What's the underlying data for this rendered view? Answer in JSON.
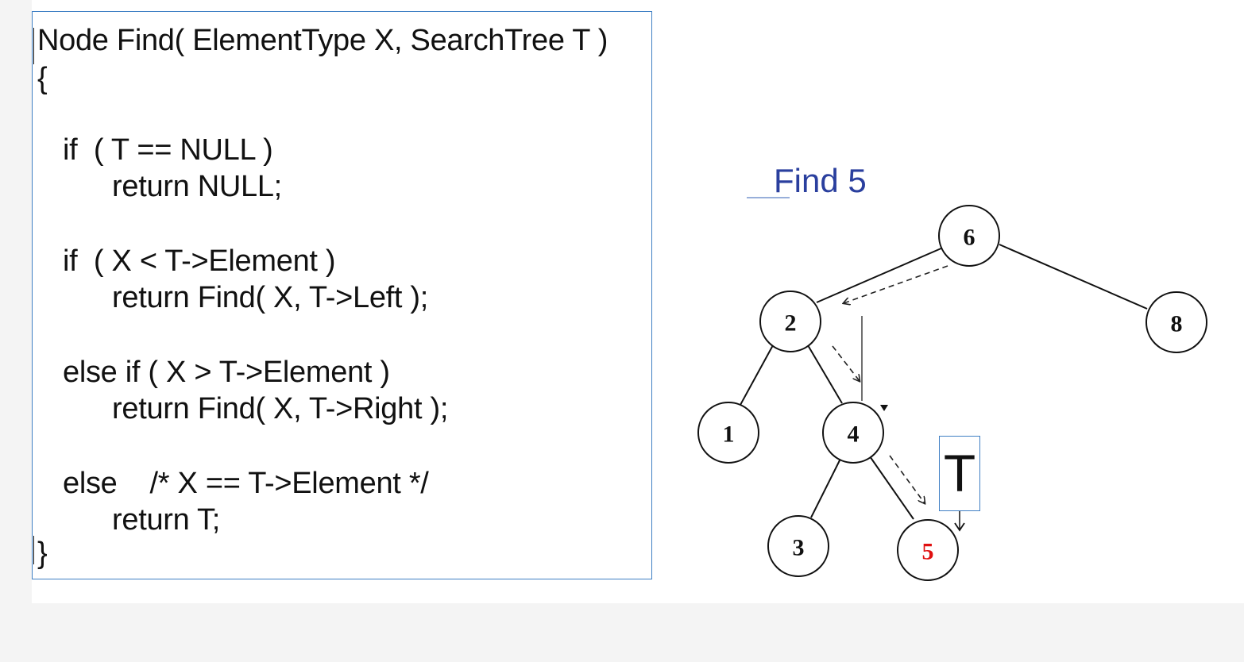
{
  "code": {
    "lines": [
      "Node Find( ElementType X, SearchTree T )",
      "{",
      "if  ( T == NULL )",
      "return NULL;",
      "if  ( X < T->Element )",
      "return Find( X, T->Left );",
      "else if ( X > T->Element )",
      "return Find( X, T->Right );",
      "else    /* X == T->Element */",
      "return T;",
      "}"
    ]
  },
  "diagram": {
    "title": "Find 5",
    "pointer_label": "T",
    "highlight_color": "#e01010",
    "title_color": "#2a3f9e",
    "nodes": [
      {
        "id": "n6",
        "label": "6"
      },
      {
        "id": "n2",
        "label": "2"
      },
      {
        "id": "n8",
        "label": "8"
      },
      {
        "id": "n1",
        "label": "1"
      },
      {
        "id": "n4",
        "label": "4"
      },
      {
        "id": "n3",
        "label": "3"
      },
      {
        "id": "n5",
        "label": "5",
        "highlight": true
      }
    ],
    "edges": [
      [
        "n6",
        "n2"
      ],
      [
        "n6",
        "n8"
      ],
      [
        "n2",
        "n1"
      ],
      [
        "n2",
        "n4"
      ],
      [
        "n4",
        "n3"
      ],
      [
        "n4",
        "n5"
      ]
    ],
    "search_path": [
      "n6",
      "n2",
      "n4",
      "n5"
    ]
  }
}
